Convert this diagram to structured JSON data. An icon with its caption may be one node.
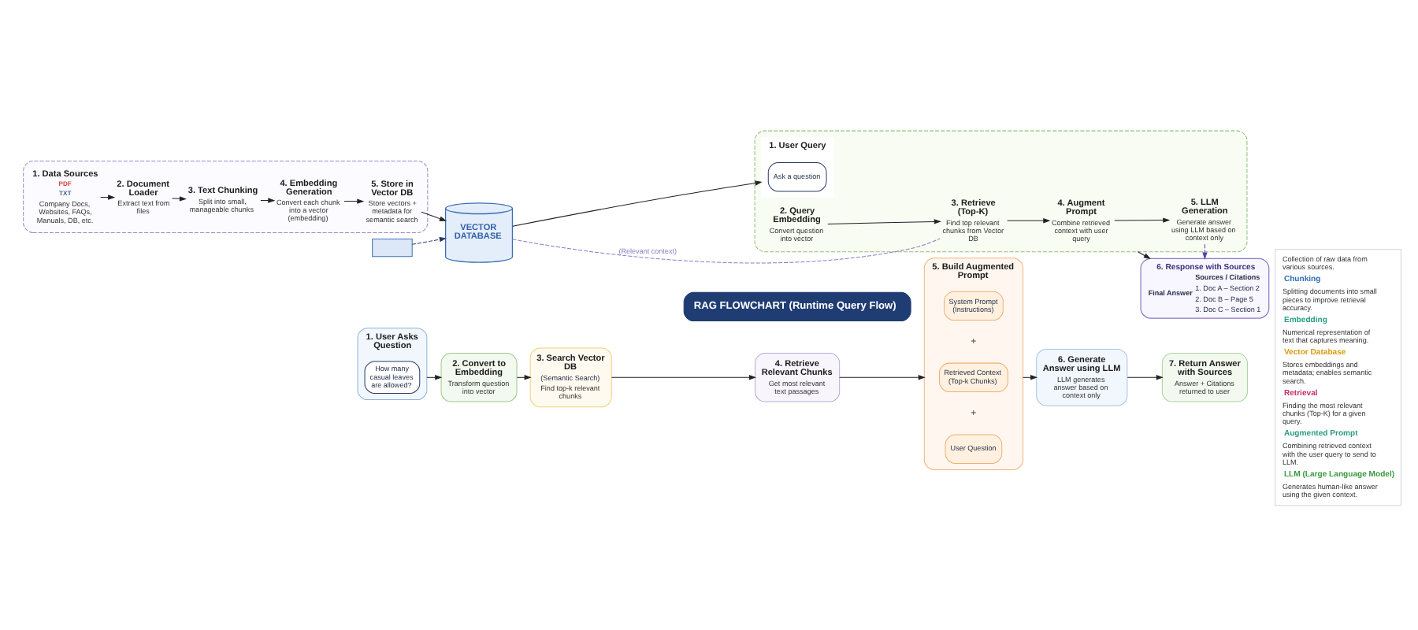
{
  "diagram": {
    "nodes": [
      {
        "text": [],
        "shape": "box"
      },
      {
        "text": [
          "1. Data Sources",
          "PDF",
          "TXT",
          "Company Docs, Websites, FAQs, Manuals, DB, etc."
        ],
        "in": 0
      },
      {
        "text": [
          "2. Document Loader",
          "Extract text from files"
        ],
        "in": 0
      },
      {
        "text": [
          "3. Text Chunking",
          "Split into small, manageable chunks"
        ],
        "in": 0
      },
      {
        "text": [
          "4. Embedding Generation",
          "Convert each chunk into a vector (embedding)"
        ],
        "in": 0
      },
      {
        "text": [
          "5. Store in Vector DB",
          "Store vectors + metadata for semantic search"
        ],
        "in": 0
      },
      {
        "text": [],
        "shape": "box"
      },
      {
        "text": [
          "VECTOR DATABASE"
        ]
      },
      {
        "text": [],
        "shape": "box"
      },
      {
        "text": [
          "1. User Query"
        ],
        "in": 8
      },
      {
        "text": [
          "Ask a question"
        ],
        "in": 9
      },
      {
        "text": [
          "2. Query Embedding",
          "Convert question into vector"
        ],
        "in": 8
      },
      {
        "text": [
          "3. Retrieve (Top-K)",
          "Find top relevant chunks from Vector DB"
        ],
        "in": 8
      },
      {
        "text": [
          "4. Augment Prompt",
          "Combine retrieved context with user query"
        ],
        "in": 8
      },
      {
        "text": [
          "5. LLM Generation",
          "Generate answer using LLM based on context only"
        ],
        "in": 8
      },
      {
        "text": [
          "6. Response with Sources",
          "Final Answer",
          "Sources / Citations",
          "1. Doc A – Section 2",
          "2. Doc B – Page 5",
          "3. Doc C – Section 1"
        ]
      },
      {
        "text": [
          "Collection of raw data from various sources.",
          "Chunking",
          "Splitting documents into small pieces to improve retrieval accuracy.",
          "Embedding",
          "Numerical representation of text that captures meaning.",
          "Vector Database",
          "Stores embeddings and metadata; enables semantic search.",
          "Retrieval",
          "Finding the most relevant chunks (Top-K) for a given query.",
          "Augmented Prompt",
          "Combining retrieved context with the user query to send to LLM.",
          "LLM (Large Language Model)",
          "Generates human-like answer using the given context."
        ]
      },
      {
        "text": [
          "RAG FLOWCHART (Runtime Query Flow)"
        ]
      },
      {
        "text": [
          "1. User Asks Question"
        ]
      },
      {
        "text": [
          "How many casual leaves are allowed?"
        ],
        "in": 18
      },
      {
        "text": [
          "2. Convert to Embedding",
          "Transform question into vector"
        ]
      },
      {
        "text": [
          "3. Search Vector DB",
          "(Semantic Search)",
          "Find top-k relevant chunks"
        ]
      },
      {
        "text": [
          "4. Retrieve Relevant Chunks",
          "Get most relevant text passages"
        ]
      },
      {
        "text": [
          "5. Build Augmented Prompt"
        ]
      },
      {
        "text": [
          "System Prompt (Instructions)"
        ],
        "in": 23
      },
      {
        "text": [
          "Retrieved Context (Top-k Chunks)"
        ],
        "in": 23
      },
      {
        "text": [
          "User Question"
        ],
        "in": 23
      },
      {
        "text": [
          "6. Generate Answer using LLM",
          "LLM generates answer based on context only"
        ]
      },
      {
        "text": [
          "7. Return Answer with Sources",
          "Answer + Citations returned to user"
        ]
      }
    ],
    "edges": [
      {
        "from": 1,
        "to": 2,
        "arrow": "to"
      },
      {
        "from": 2,
        "to": 3,
        "arrow": "to"
      },
      {
        "from": 3,
        "to": 4,
        "arrow": "to"
      },
      {
        "from": 4,
        "to": 5,
        "arrow": "to"
      },
      {
        "from": 5,
        "to": 7,
        "arrow": "to"
      },
      {
        "from": 6,
        "to": 7,
        "arrow": "to",
        "style": "dashed",
        "color": "#2b3a67"
      },
      {
        "from": 7,
        "to": 9,
        "arrow": "to"
      },
      {
        "from": 11,
        "to": 12,
        "arrow": "to"
      },
      {
        "from": 12,
        "to": 13,
        "arrow": "to"
      },
      {
        "from": 13,
        "to": 14,
        "arrow": "to"
      },
      {
        "from": 7,
        "to": 12,
        "arrow": "none",
        "label": "(Relevant context)",
        "style": "dashed",
        "color": "#8e7cc3"
      },
      {
        "from": 8,
        "to": 15,
        "arrow": "to"
      },
      {
        "from": 14,
        "to": 15,
        "arrow": "to",
        "style": "dashed",
        "color": "#5b3fa8"
      },
      {
        "from": 18,
        "to": 20,
        "arrow": "to"
      },
      {
        "from": 20,
        "to": 21,
        "arrow": "to"
      },
      {
        "from": 21,
        "to": 22,
        "arrow": "to"
      },
      {
        "from": 22,
        "to": 23,
        "arrow": "to"
      },
      {
        "from": 23,
        "to": 27,
        "arrow": "to"
      },
      {
        "from": 27,
        "to": 28,
        "arrow": "to"
      }
    ],
    "labels": [
      "+",
      "+"
    ]
  }
}
